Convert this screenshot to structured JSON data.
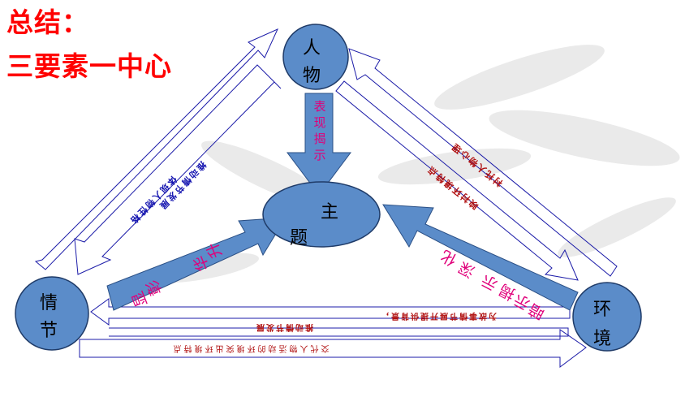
{
  "title": {
    "line1": "总结：",
    "line2": "三要素一中心"
  },
  "nodes": {
    "person": {
      "ch1": "人",
      "ch2": "物"
    },
    "theme": {
      "ch1": "主",
      "ch2": "题"
    },
    "plot": {
      "ch1": "情",
      "ch2": "节"
    },
    "env": {
      "ch1": "环",
      "ch2": "境"
    }
  },
  "relations": {
    "person_to_theme": [
      "表",
      "现",
      "揭",
      "示"
    ],
    "plot_to_theme": [
      "升",
      "华",
      "彰",
      "显"
    ],
    "env_to_theme": [
      "暗",
      "示",
      "揭",
      "示",
      "深",
      "化"
    ],
    "plot_to_person": "体现人物性格",
    "person_to_plot": "推动情节发展",
    "person_to_env": "映衬环境特点",
    "env_to_person": "衬托人物心理",
    "env_to_plot_a": "为故事情节展开提供背景，",
    "env_to_plot_b": "推动情节发展",
    "plot_to_env": "交代人物活动的环境突出环境特点"
  },
  "colors": {
    "title": "#ff0000",
    "node_fill": "#5b8cc9",
    "big_arrow": "#5b8cc9",
    "outline_arrow": "#1b1ba8",
    "text_blue": "#1515b0",
    "text_red": "#b01010",
    "text_magenta": "#e0007a"
  }
}
